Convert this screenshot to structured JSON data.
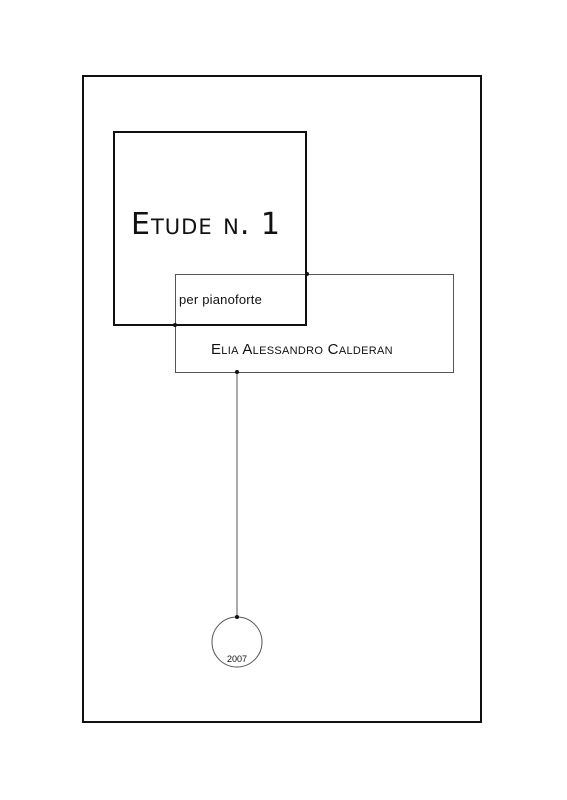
{
  "cover": {
    "title": "Etude n. 1",
    "subtitle": "per pianoforte",
    "composer": "Elia Alessandro Calderan",
    "year": "2007"
  },
  "colors": {
    "ink": "#111111",
    "line_gray": "#555555",
    "background": "#ffffff"
  }
}
